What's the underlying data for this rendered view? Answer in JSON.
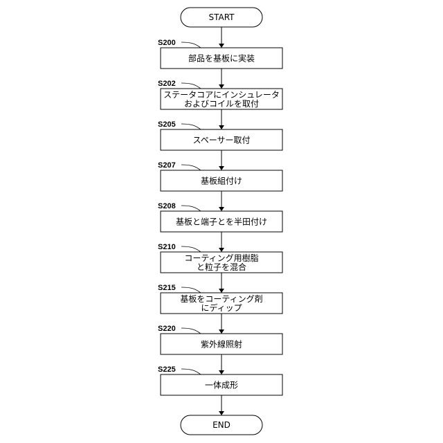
{
  "start": "START",
  "end": "END",
  "steps": [
    {
      "id": "S200",
      "lines": [
        "部品を基板に実装"
      ]
    },
    {
      "id": "S202",
      "lines": [
        "ステータコアにインシュレータ",
        "およびコイルを取付"
      ]
    },
    {
      "id": "S205",
      "lines": [
        "スペーサー取付"
      ]
    },
    {
      "id": "S207",
      "lines": [
        "基板組付け"
      ]
    },
    {
      "id": "S208",
      "lines": [
        "基板と端子とを半田付け"
      ]
    },
    {
      "id": "S210",
      "lines": [
        "コーティング用樹脂",
        "と粒子を混合"
      ]
    },
    {
      "id": "S215",
      "lines": [
        "基板をコーティング剤",
        "にディップ"
      ]
    },
    {
      "id": "S220",
      "lines": [
        "紫外線照射"
      ]
    },
    {
      "id": "S225",
      "lines": [
        "一体成形"
      ]
    }
  ]
}
